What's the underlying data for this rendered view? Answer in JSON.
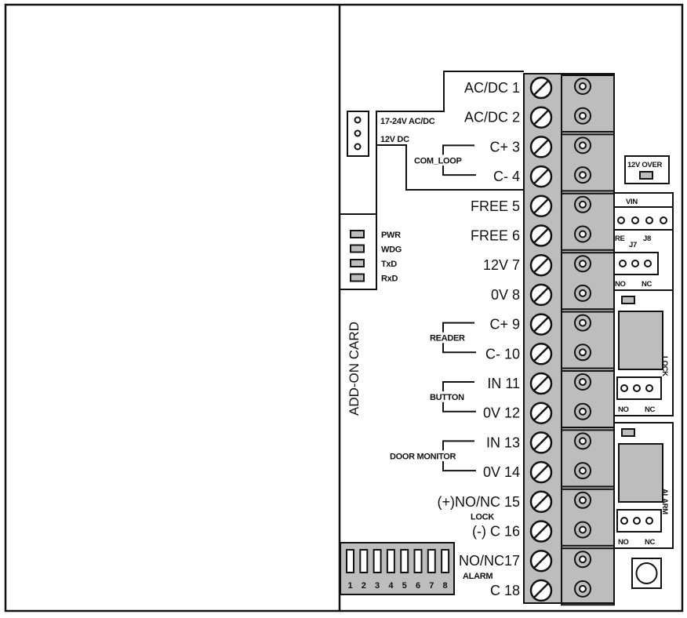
{
  "diagram": {
    "title": "Controller terminal wiring diagram",
    "colors": {
      "line": "#111111",
      "fill_gray": "#bdbdbd",
      "background": "#ffffff"
    },
    "terminals": [
      {
        "label": "AC/DC 1"
      },
      {
        "label": "AC/DC 2"
      },
      {
        "label": "C+ 3"
      },
      {
        "label": "C- 4"
      },
      {
        "label": "FREE 5"
      },
      {
        "label": "FREE 6"
      },
      {
        "label": "12V 7"
      },
      {
        "label": "0V 8"
      },
      {
        "label": "C+ 9"
      },
      {
        "label": "C- 10"
      },
      {
        "label": "IN 11"
      },
      {
        "label": "0V 12"
      },
      {
        "label": "IN 13"
      },
      {
        "label": "0V 14"
      },
      {
        "label": "(+)NO/NC 15"
      },
      {
        "label": "(-) C 16"
      },
      {
        "label": "NO/NC17"
      },
      {
        "label": "C 18"
      }
    ],
    "groups": {
      "power_ac": "17-24V AC/DC",
      "power_dc": "12V DC",
      "com_loop": "COM_LOOP",
      "reader": "READER",
      "button": "BUTTON",
      "door_monitor": "DOOR MONITOR",
      "lock": "LOCK",
      "alarm": "ALARM"
    },
    "leds": [
      {
        "label": "PWR"
      },
      {
        "label": "WDG"
      },
      {
        "label": "TxD"
      },
      {
        "label": "RxD"
      }
    ],
    "add_on_card": "ADD-ON CARD",
    "over_12v": "12V OVER",
    "vin": "VIN",
    "jumpers": {
      "re": "RE",
      "j7": "J7",
      "j8": "J8",
      "no": "NO",
      "nc": "NC"
    },
    "relays": [
      {
        "name": "LOCK",
        "no": "NO",
        "nc": "NC"
      },
      {
        "name": "ALARM",
        "no": "NO",
        "nc": "NC"
      }
    ],
    "dip_switch": {
      "positions": [
        "1",
        "2",
        "3",
        "4",
        "5",
        "6",
        "7",
        "8"
      ]
    }
  }
}
